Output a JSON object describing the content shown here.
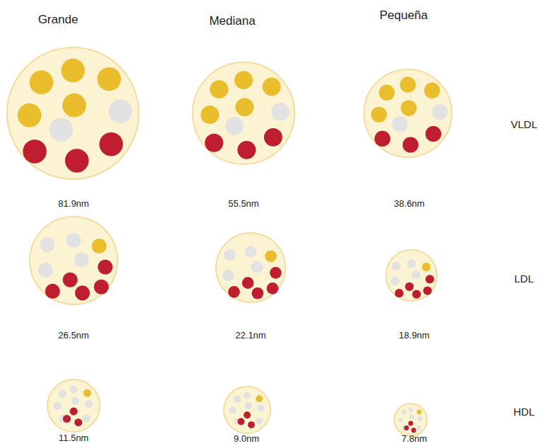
{
  "diagram": {
    "labels": [
      "Grande",
      "Mediana",
      "Pequeña",
      "VLDL",
      "81.9nm",
      "55.5nm",
      "38.6nm",
      "LDL",
      "26.5nm",
      "22.1nm",
      "18.9nm",
      "HDL",
      "11.5nm",
      "9.0nm",
      "7.8nm"
    ]
  }
}
